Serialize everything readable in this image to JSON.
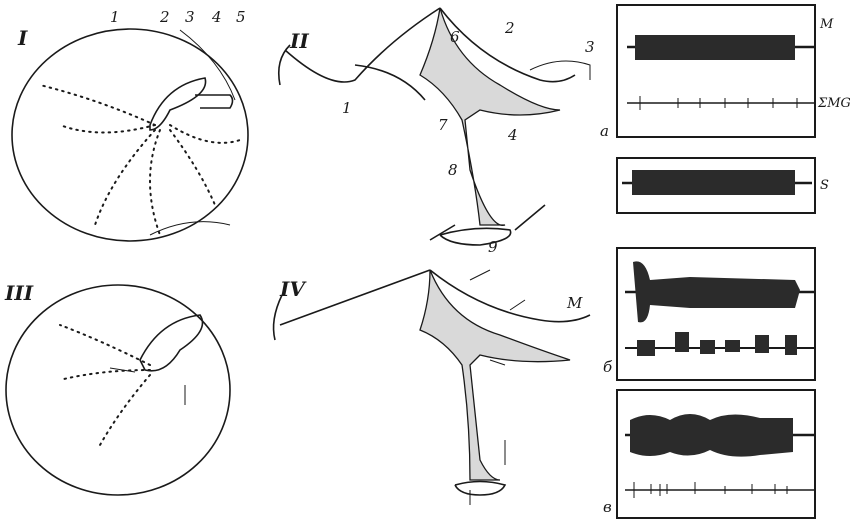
{
  "panels": {
    "I": {
      "label": "I",
      "parts": [
        "1",
        "2",
        "3",
        "4",
        "5"
      ]
    },
    "II": {
      "label": "II",
      "parts": [
        "1",
        "2",
        "3",
        "4",
        "6",
        "7",
        "8",
        "9"
      ]
    },
    "III": {
      "label": "III"
    },
    "IV": {
      "label": "IV",
      "marker": "M"
    }
  },
  "recordings": {
    "a": {
      "label": "а",
      "traces": [
        "M",
        "ΣMG"
      ]
    },
    "s": {
      "trace": "S"
    },
    "b": {
      "label": "б"
    },
    "v": {
      "label": "в"
    }
  }
}
